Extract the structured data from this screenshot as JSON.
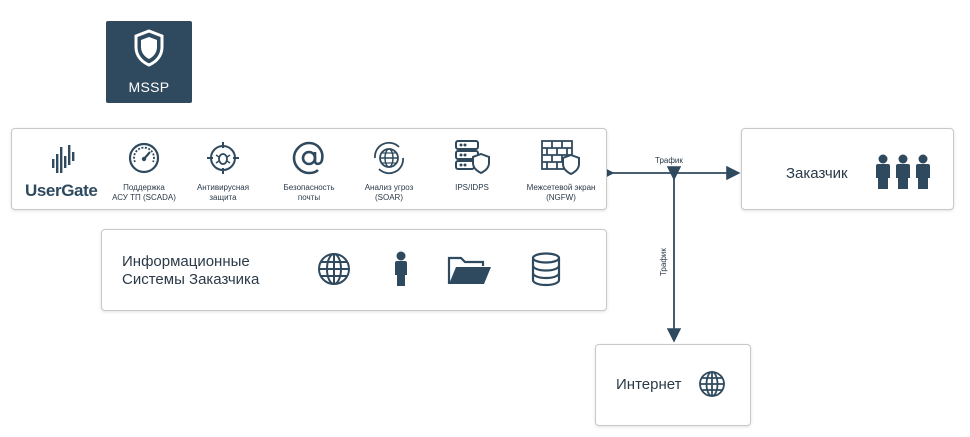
{
  "mssp": {
    "label": "MSSP",
    "icon": "shield-icon"
  },
  "services": {
    "logo": "UserGate",
    "items": [
      {
        "id": "scada",
        "label": "Поддержка\nАСУ ТП (SCADA)",
        "icon": "gauge-icon"
      },
      {
        "id": "antivirus",
        "label": "Антивирусная\nзащита",
        "icon": "bug-target-icon"
      },
      {
        "id": "mail",
        "label": "Безопасность\nпочты",
        "icon": "at-icon"
      },
      {
        "id": "soar",
        "label": "Анализ угроз\n(SOAR)",
        "icon": "globe-cycle-icon"
      },
      {
        "id": "ips",
        "label": "IPS/IDPS",
        "icon": "server-shield-icon"
      },
      {
        "id": "ngfw",
        "label": "Межсетевой экран\n(NGFW)",
        "icon": "firewall-shield-icon"
      }
    ]
  },
  "infosys": {
    "title": "Информационные\nСистемы Заказчика",
    "icons": [
      "globe-icon",
      "person-icon",
      "folder-icon",
      "database-icon"
    ]
  },
  "client": {
    "title": "Заказчик",
    "icon": "people-icon"
  },
  "internet": {
    "title": "Интернет",
    "icon": "globe-icon"
  },
  "connections": {
    "horizontal_label": "Трафик",
    "vertical_label": "Трафик"
  },
  "colors": {
    "primary": "#2f4a5e",
    "border": "#c8c8c8"
  }
}
